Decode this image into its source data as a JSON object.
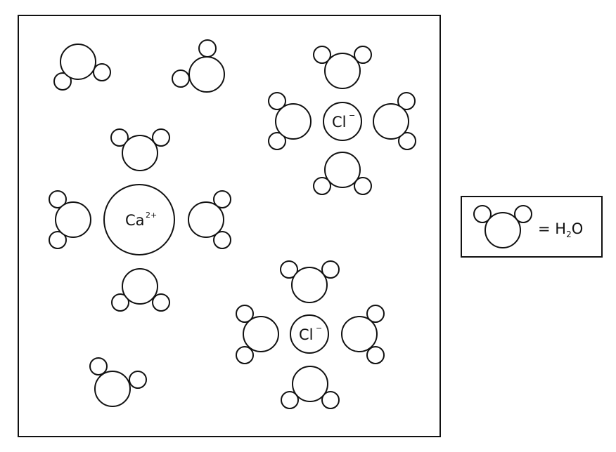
{
  "ions": {
    "calcium": {
      "symbol": "Ca",
      "charge": "2+"
    },
    "chloride_1": {
      "symbol": "Cl",
      "charge": "−"
    },
    "chloride_2": {
      "symbol": "Cl",
      "charge": "−"
    }
  },
  "legend": {
    "equals": "= H",
    "subscript": "2",
    "suffix": "O"
  },
  "colors": {
    "stroke": "#111111",
    "fill": "#ffffff"
  }
}
